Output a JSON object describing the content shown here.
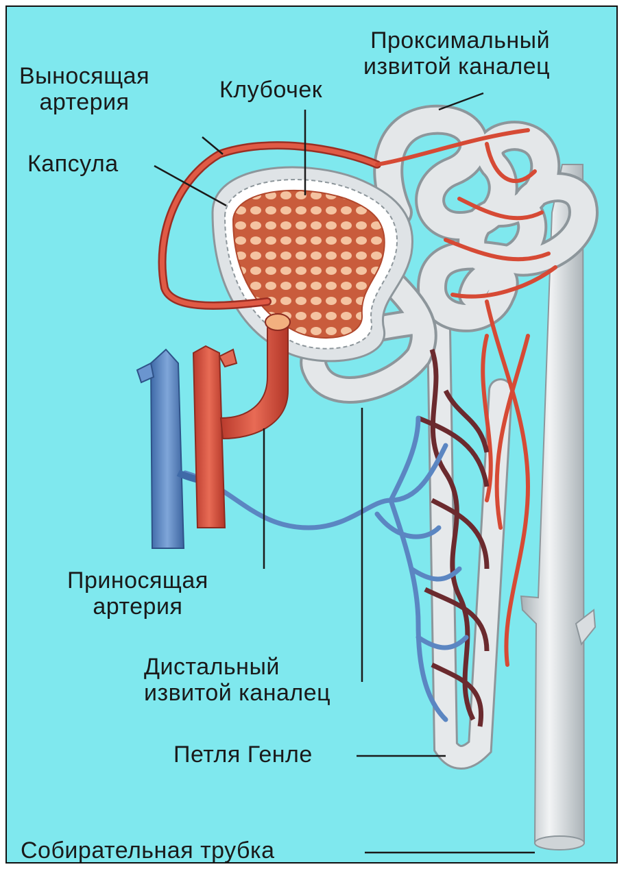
{
  "labels": {
    "proximal": {
      "line1": "Проксимальный",
      "line2": "извитой каналец"
    },
    "efferent": {
      "line1": "Выносящая",
      "line2": "артерия"
    },
    "glomerulus": "Клубочек",
    "capsule": "Капсула",
    "afferent": {
      "line1": "Приносящая",
      "line2": "артерия"
    },
    "distal": {
      "line1": "Дистальный",
      "line2": "извитой каналец"
    },
    "henle": "Петля Генле",
    "collecting": "Собирательная трубка"
  },
  "colors": {
    "background": "#7fe8ee",
    "tubule": "#d9dde0",
    "tubule_outline": "#9aa3a8",
    "artery": "#d9503e",
    "vein": "#5b86c2",
    "glomerulus": "#e59a72",
    "dark_vessel": "#6b2a2e"
  }
}
